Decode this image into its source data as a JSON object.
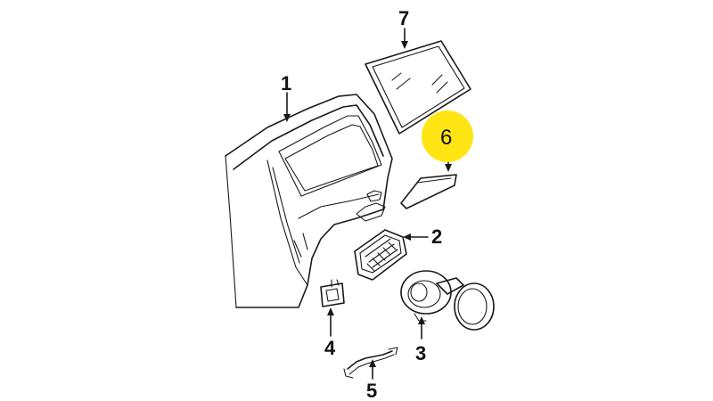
{
  "diagram": {
    "callouts": [
      {
        "id": "1",
        "label": "1"
      },
      {
        "id": "2",
        "label": "2"
      },
      {
        "id": "3",
        "label": "3"
      },
      {
        "id": "4",
        "label": "4"
      },
      {
        "id": "5",
        "label": "5"
      },
      {
        "id": "6",
        "label": "6"
      },
      {
        "id": "7",
        "label": "7"
      }
    ],
    "colors": {
      "highlight": "#FFE514",
      "line": "#1a1a1a",
      "background": "#ffffff"
    }
  }
}
